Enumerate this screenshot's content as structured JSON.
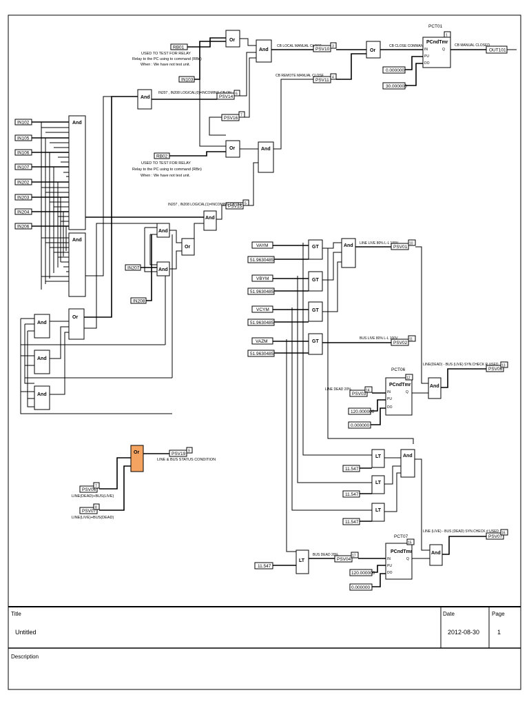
{
  "inputs_left": [
    "IN102",
    "IN105",
    "IN106",
    "IN107",
    "IN202",
    "IN203",
    "IN204",
    "IN206"
  ],
  "inputs_mid": {
    "in103": "IN103",
    "in207": "IN207",
    "in208": "IN208",
    "rb01": "RB01",
    "rb02": "RB02"
  },
  "gate_labels": {
    "and": "And",
    "or": "Or",
    "gt": "GT",
    "lt": "LT"
  },
  "psv": {
    "psv10": "PSV10",
    "psv10_n": "3",
    "psv11": "PSV11",
    "psv11_n": "4",
    "psv14": "PSV14",
    "psv14_n": "6",
    "psv16": "PSV16",
    "psv16_n": "7",
    "psv15": "PSV15",
    "psv15_n": "5",
    "psv01": "PSV01",
    "psv01_n": "10",
    "psv02": "PSV02",
    "psv02_n": "11",
    "psv06": "PSV06",
    "psv06_n": "13",
    "psv03": "PSV03",
    "psv03_n": "14",
    "psv07": "PSV07",
    "psv07_n": "16",
    "psv04": "PSV04",
    "psv04_n": "17",
    "psv19": "PSV19",
    "psv19_n": "9",
    "psv06b": "PSV06",
    "psv06b_n": "7",
    "psv07b": "PSV07",
    "psv07b_n": "8"
  },
  "outputs": {
    "out101": "OUT101"
  },
  "notes": {
    "relay_test_1": "USED TO TEST FOR RELAY",
    "relay_test_2": "Relay to the PC using to command (RBn)",
    "relay_test_3": "When : We have not test unit.",
    "cb_local": "CB LOCAL MANUAL CLOSE",
    "cb_remote": "CB REMOTE MANUAL CLOSE",
    "cb_close_cmd": "CB CLOSE COMMAND",
    "cb_manual_closed": "CB MANUAL CLOSED",
    "in207_on": "IN207 , IN208 LOGICAL(0)=INCOMING CB ON",
    "in207_off": "IN207 , IN208 LOGICAL(1)=INCOMING CB OFF",
    "line_live": "LINE LIVE 80% L-L 100V",
    "bus_live": "BUS LIVE 80% L-L 100V",
    "line_dead_bus_live": "LINE(DEAD) - BUS (LIVE) SYN.CHECK R.USED",
    "line_live_bus_dead": "LINE (LIVE) - BUS (DEAD) SYN.CHECK # USED",
    "line_dead": "LINE DEAD 20%",
    "bus_dead": "BUS DEAD 20%",
    "line_bus_status": "LINE & BUS STATUS CONDITION",
    "ld_bl": "LINE(DEAD)+BUS(LIVE)",
    "ll_bd": "LINE(LIVE)+BUS(DEAD)"
  },
  "timers": {
    "pct01": "PCT01",
    "pct01_n": "1",
    "pct06": "PCT06",
    "pct06_n": "12",
    "pct07": "PCT07",
    "pct07_n": "15",
    "name": "PCndTmr",
    "in": "IN",
    "pu": "PU",
    "do": "DO",
    "q": "Q",
    "pct01_pu": "0.000000",
    "pct01_do": "30.000000",
    "pct06_pu": "120.000000",
    "pct06_do": "0.000000",
    "pct07_pu": "120.000000",
    "pct07_do": "0.000000"
  },
  "analog": {
    "vaym": "VAYM",
    "vbym": "VBYM",
    "vcym": "VCYM",
    "vazm": "VAZM",
    "k1": "51.9630485",
    "k2": "51.9630485",
    "k3": "51.9630485",
    "k4": "51.9630485",
    "lt1": "11.547",
    "lt2": "11.547",
    "lt3": "11.547",
    "lt4": "11.547"
  },
  "title_block": {
    "title_label": "Title",
    "title_value": "Untitled",
    "date_label": "Date",
    "date_value": "2012-08-30",
    "page_label": "Page",
    "page_value": "1",
    "description_label": "Description"
  },
  "colors": {
    "highlight_gate": "#f4a460"
  }
}
